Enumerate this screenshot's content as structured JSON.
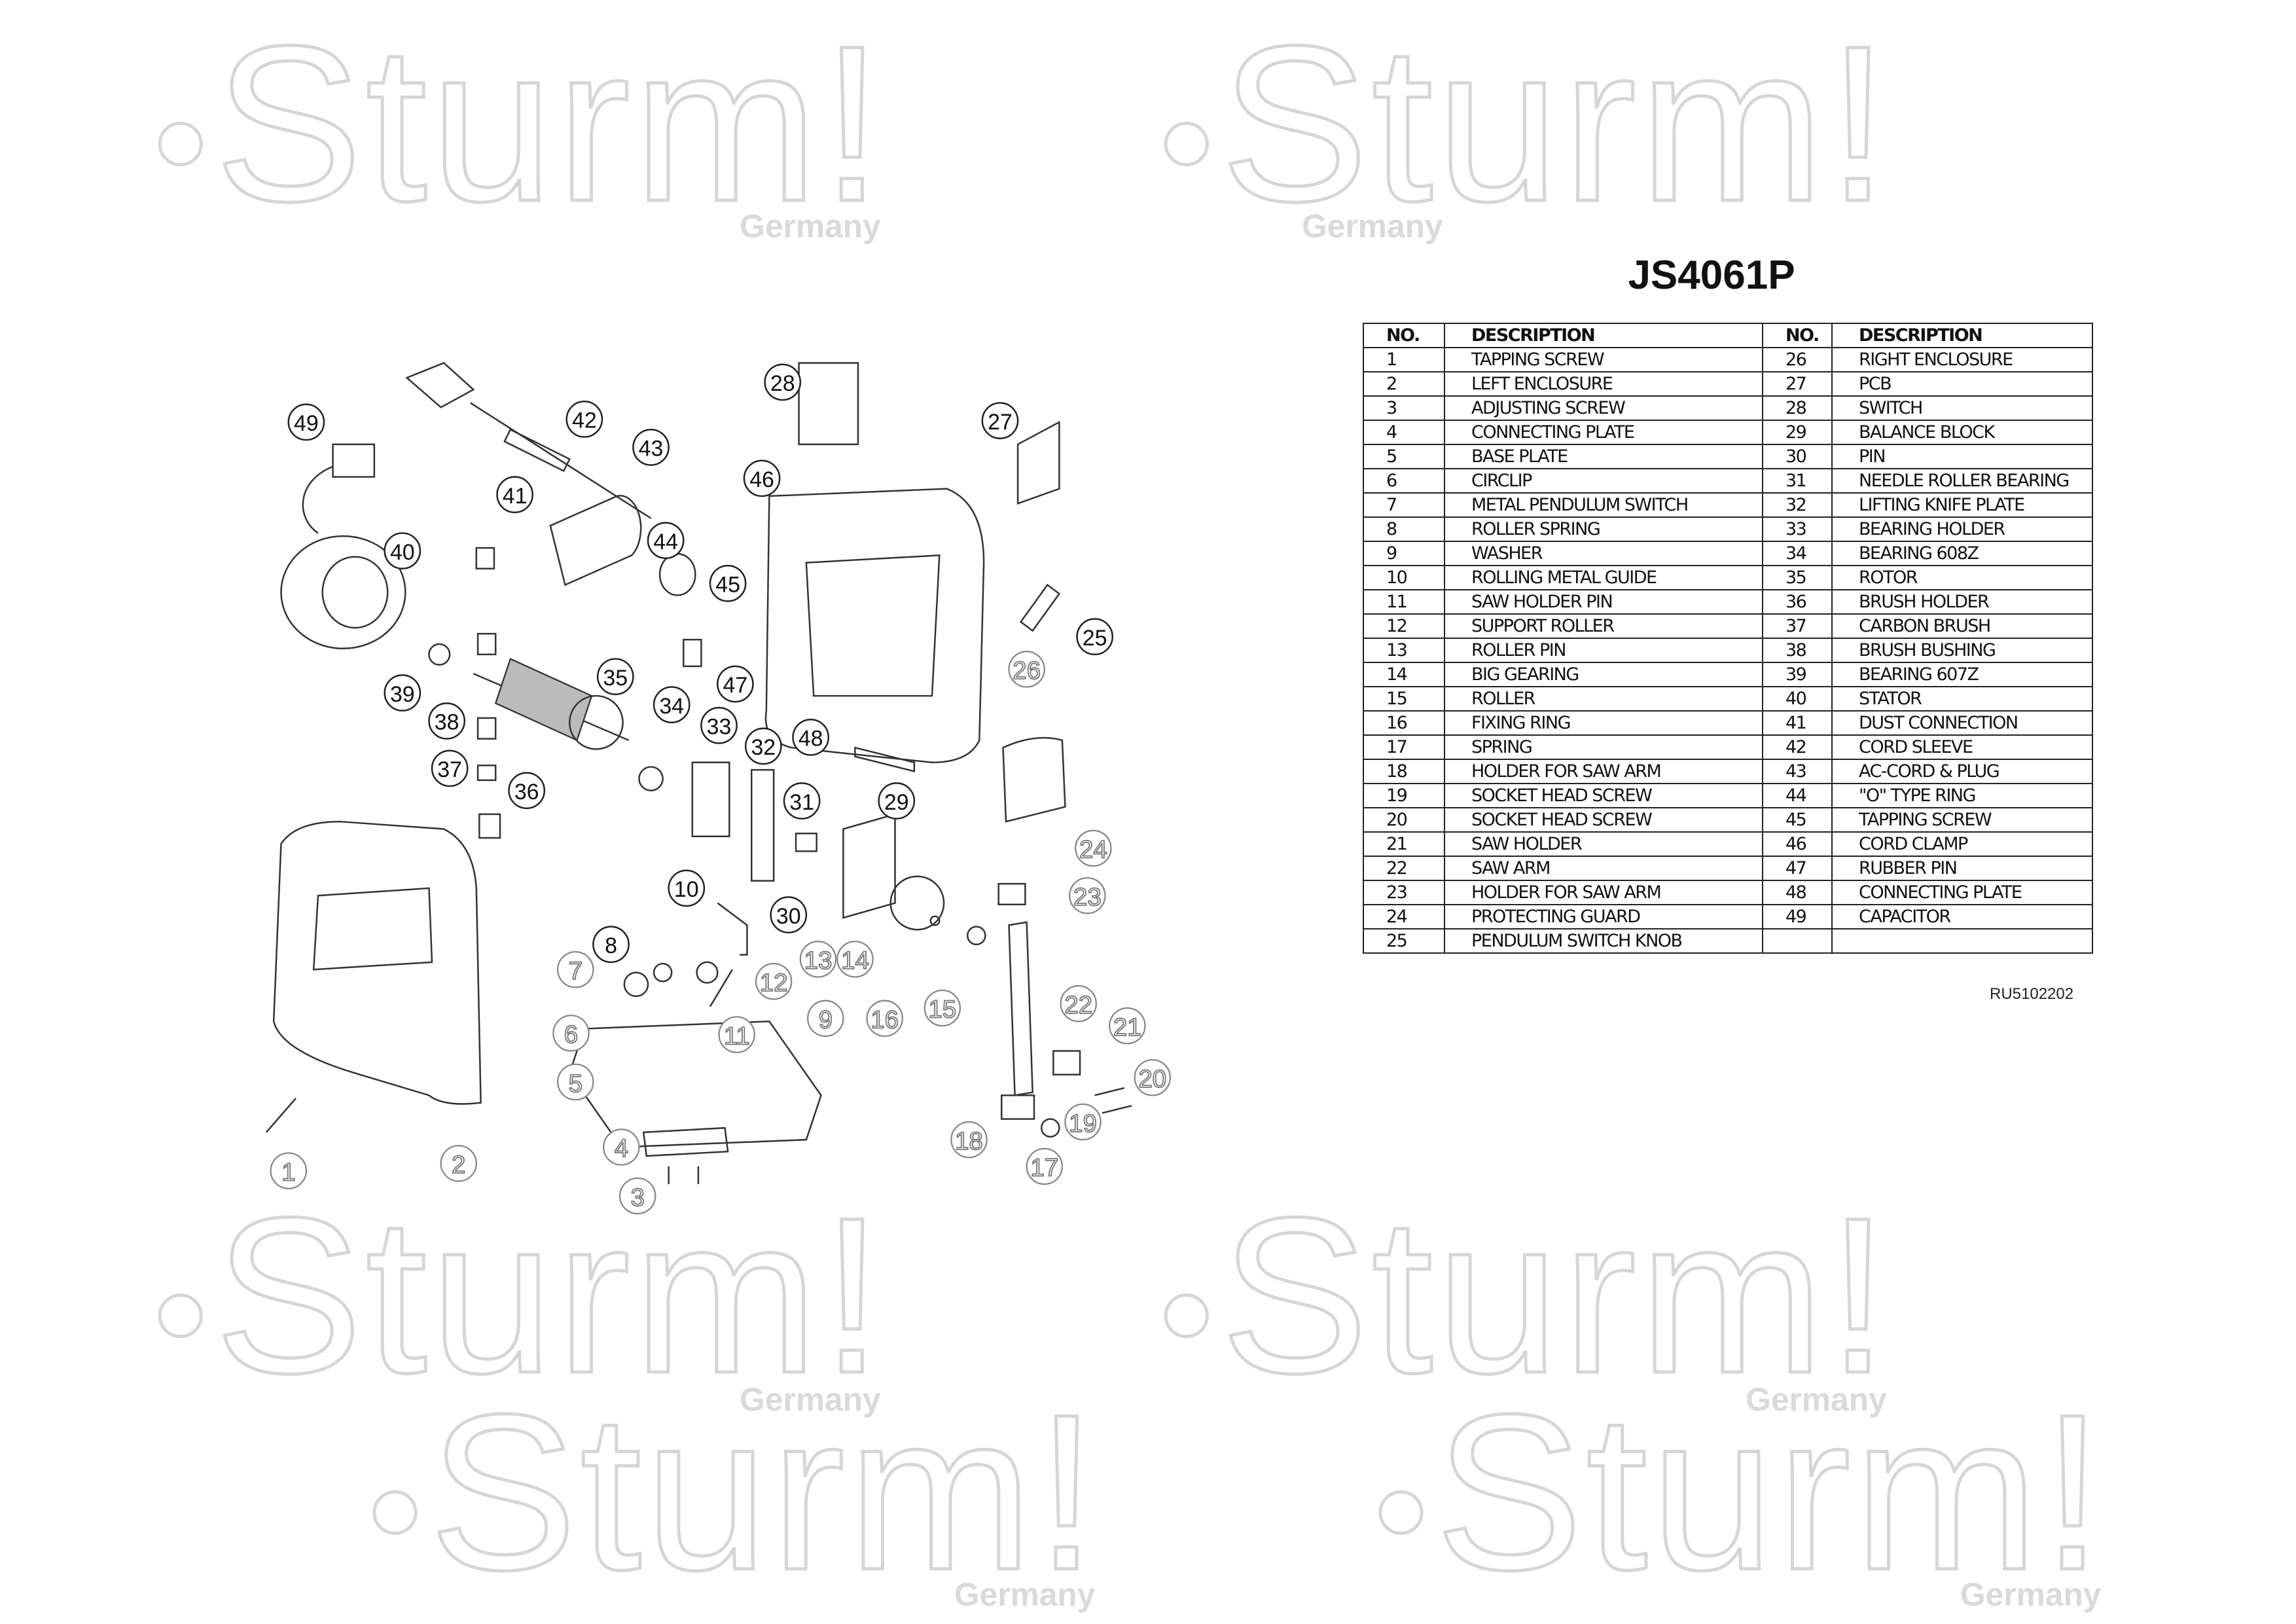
{
  "document": {
    "title": "JS4061P",
    "doc_id": "RU5102202",
    "watermark": {
      "brand": "Sturm!",
      "sub": "Germany"
    }
  },
  "table": {
    "headers": {
      "no": "NO.",
      "description": "DESCRIPTION"
    },
    "left": [
      {
        "no": "1",
        "desc": "TAPPING SCREW"
      },
      {
        "no": "2",
        "desc": "LEFT ENCLOSURE"
      },
      {
        "no": "3",
        "desc": "ADJUSTING SCREW"
      },
      {
        "no": "4",
        "desc": "CONNECTING PLATE"
      },
      {
        "no": "5",
        "desc": "BASE PLATE"
      },
      {
        "no": "6",
        "desc": "CIRCLIP"
      },
      {
        "no": "7",
        "desc": "METAL PENDULUM SWITCH"
      },
      {
        "no": "8",
        "desc": "ROLLER SPRING"
      },
      {
        "no": "9",
        "desc": "WASHER"
      },
      {
        "no": "10",
        "desc": "ROLLING METAL GUIDE"
      },
      {
        "no": "11",
        "desc": "SAW HOLDER PIN"
      },
      {
        "no": "12",
        "desc": "SUPPORT ROLLER"
      },
      {
        "no": "13",
        "desc": "ROLLER PIN"
      },
      {
        "no": "14",
        "desc": "BIG GEARING"
      },
      {
        "no": "15",
        "desc": "ROLLER"
      },
      {
        "no": "16",
        "desc": "FIXING RING"
      },
      {
        "no": "17",
        "desc": "SPRING"
      },
      {
        "no": "18",
        "desc": "HOLDER FOR SAW ARM"
      },
      {
        "no": "19",
        "desc": "SOCKET HEAD SCREW"
      },
      {
        "no": "20",
        "desc": "SOCKET HEAD SCREW"
      },
      {
        "no": "21",
        "desc": "SAW HOLDER"
      },
      {
        "no": "22",
        "desc": "SAW ARM"
      },
      {
        "no": "23",
        "desc": "HOLDER FOR SAW ARM"
      },
      {
        "no": "24",
        "desc": "PROTECTING GUARD"
      },
      {
        "no": "25",
        "desc": "PENDULUM SWITCH KNOB"
      }
    ],
    "right": [
      {
        "no": "26",
        "desc": "RIGHT ENCLOSURE"
      },
      {
        "no": "27",
        "desc": "PCB"
      },
      {
        "no": "28",
        "desc": "SWITCH"
      },
      {
        "no": "29",
        "desc": "BALANCE BLOCK"
      },
      {
        "no": "30",
        "desc": "PIN"
      },
      {
        "no": "31",
        "desc": "NEEDLE ROLLER BEARING"
      },
      {
        "no": "32",
        "desc": "LIFTING KNIFE PLATE"
      },
      {
        "no": "33",
        "desc": "BEARING HOLDER"
      },
      {
        "no": "34",
        "desc": "BEARING 608Z"
      },
      {
        "no": "35",
        "desc": "ROTOR"
      },
      {
        "no": "36",
        "desc": "BRUSH HOLDER"
      },
      {
        "no": "37",
        "desc": "CARBON BRUSH"
      },
      {
        "no": "38",
        "desc": "BRUSH BUSHING"
      },
      {
        "no": "39",
        "desc": "BEARING 607Z"
      },
      {
        "no": "40",
        "desc": "STATOR"
      },
      {
        "no": "41",
        "desc": "DUST CONNECTION"
      },
      {
        "no": "42",
        "desc": "CORD SLEEVE"
      },
      {
        "no": "43",
        "desc": "AC-CORD & PLUG"
      },
      {
        "no": "44",
        "desc": "\"O\" TYPE RING"
      },
      {
        "no": "45",
        "desc": "TAPPING SCREW"
      },
      {
        "no": "46",
        "desc": "CORD CLAMP"
      },
      {
        "no": "47",
        "desc": "RUBBER PIN"
      },
      {
        "no": "48",
        "desc": "CONNECTING PLATE"
      },
      {
        "no": "49",
        "desc": "CAPACITOR"
      },
      {
        "no": "",
        "desc": ""
      }
    ]
  },
  "callouts": [
    "49",
    "42",
    "43",
    "28",
    "27",
    "46",
    "41",
    "44",
    "45",
    "40",
    "25",
    "26",
    "39",
    "35",
    "47",
    "34",
    "33",
    "32",
    "48",
    "38",
    "37",
    "36",
    "31",
    "29",
    "24",
    "23",
    "10",
    "30",
    "13",
    "14",
    "12",
    "8",
    "7",
    "9",
    "16",
    "15",
    "22",
    "6",
    "11",
    "21",
    "5",
    "20",
    "19",
    "18",
    "4",
    "17",
    "3",
    "1",
    "2"
  ]
}
